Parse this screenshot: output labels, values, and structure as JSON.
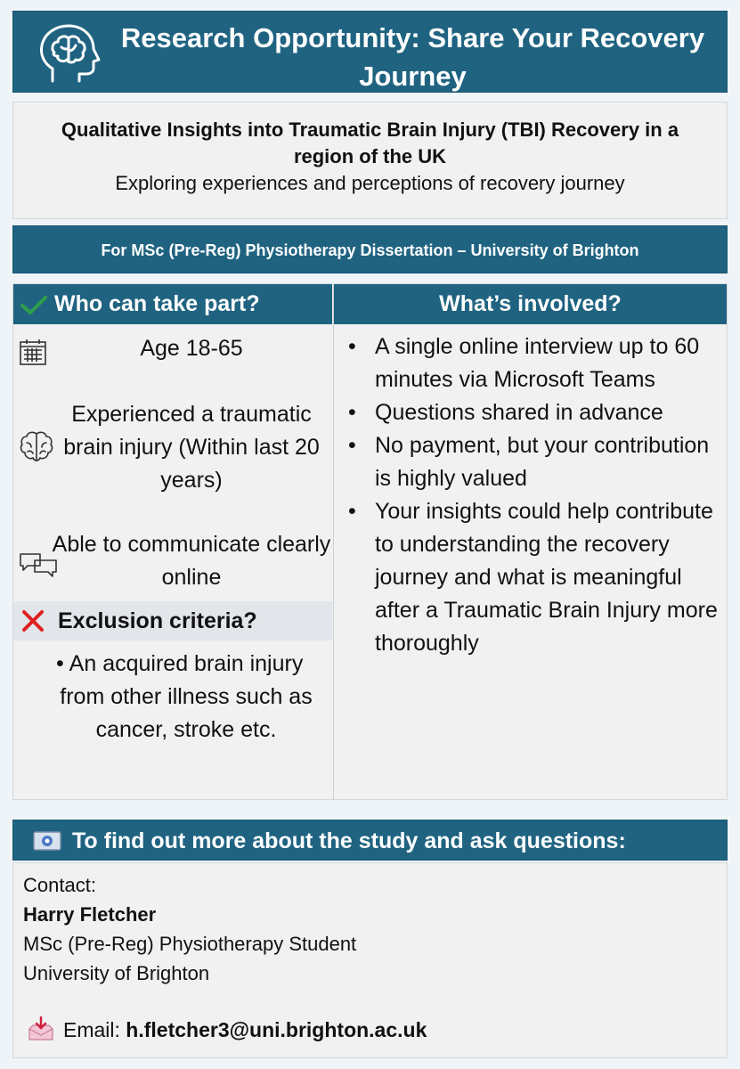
{
  "header": {
    "title": "Research Opportunity: Share Your Recovery Journey",
    "icon": "brain-head-icon"
  },
  "subtitle": {
    "title": "Qualitative Insights into Traumatic Brain Injury (TBI) Recovery in a region of the UK",
    "tagline": "Exploring experiences and perceptions of recovery journey"
  },
  "banner": {
    "text": "For MSc (Pre-Reg) Physiotherapy Dissertation – University of Brighton"
  },
  "eligibility": {
    "heading": "Who can take part?",
    "items": [
      {
        "icon": "calendar-icon",
        "text": "Age 18-65"
      },
      {
        "icon": "brain-icon",
        "text": "Experienced a traumatic brain injury (Within last 20 years)"
      },
      {
        "icon": "chat-icon",
        "text": "Able to communicate clearly online"
      }
    ]
  },
  "exclusion": {
    "heading": "Exclusion criteria?",
    "items": [
      "An acquired brain injury from other illness such as cancer, stroke etc."
    ]
  },
  "involved": {
    "heading": "What’s involved?",
    "items": [
      "A single online interview up to 60 minutes via Microsoft Teams",
      "Questions shared in advance",
      "No payment, but your contribution is highly valued",
      "Your insights could help contribute to understanding the recovery journey and what is meaningful after a Traumatic Brain Injury more thoroughly"
    ]
  },
  "contact": {
    "heading": "To find out more about the study and ask questions:",
    "label": "Contact:",
    "name": "Harry Fletcher",
    "role": "MSc (Pre-Reg) Physiotherapy Student",
    "org": "University of Brighton",
    "email_label": "Email:",
    "email": "h.fletcher3@uni.brighton.ac.uk"
  },
  "colors": {
    "teal": "#1f6381",
    "check": "#2e9e4a",
    "cross": "#e02020",
    "panel": "#f1f1f1"
  }
}
